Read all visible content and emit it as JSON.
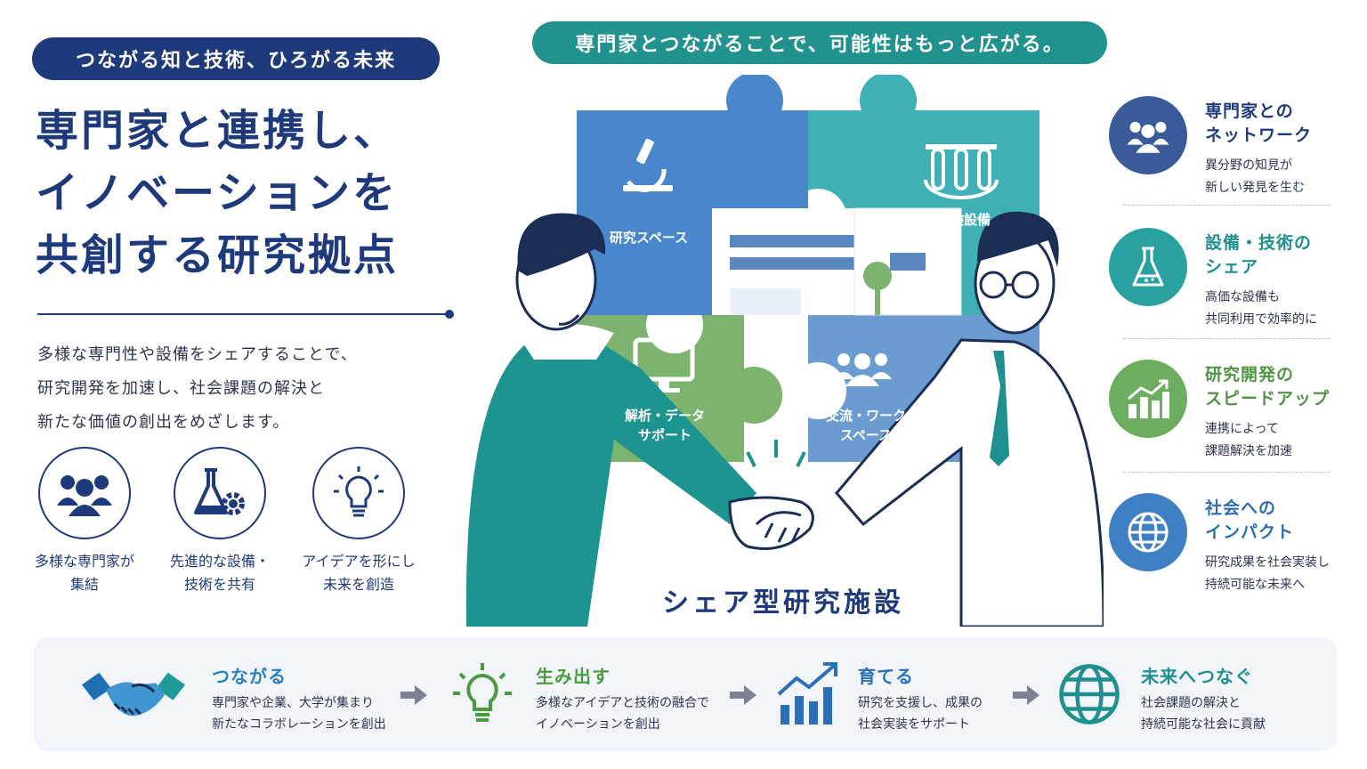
{
  "tagline": "つながる知と技術、ひろがる未来",
  "title_lines": [
    "専門家と連携し、",
    "イノベーションを",
    "共創する研究拠点"
  ],
  "lead_lines": [
    "多様な専門性や設備をシェアすることで、",
    "研究開発を加速し、社会課題の解決と",
    "新たな価値の創出をめざします。"
  ],
  "features": [
    {
      "icon": "people-group-icon",
      "lines": [
        "多様な専門家が",
        "集結"
      ]
    },
    {
      "icon": "flask-gear-icon",
      "lines": [
        "先進的な設備・",
        "技術を共有"
      ]
    },
    {
      "icon": "lightbulb-icon",
      "lines": [
        "アイデアを形にし",
        "未来を創造"
      ]
    }
  ],
  "center_banner": "専門家とつながることで、可能性はもっと広がる。",
  "puzzle_pieces": [
    {
      "icon": "microscope-icon",
      "lines": [
        "研究スペース"
      ],
      "color": "#4a86cc"
    },
    {
      "icon": "test-tubes-icon",
      "lines": [
        "実験設備"
      ],
      "color": "#3fb1b6"
    },
    {
      "icon": "monitor-icon",
      "lines": [
        "解析・データ",
        "サポート"
      ],
      "color": "#7cb36f"
    },
    {
      "icon": "people-group-icon",
      "lines": [
        "交流・ワーク",
        "スペース"
      ],
      "color": "#6b9bd0"
    }
  ],
  "facility_label": "シェア型研究施設",
  "benefits": [
    {
      "icon": "people-group-icon",
      "color": "#3a5a99",
      "title_color": "#1e3a7b",
      "title_lines": [
        "専門家との",
        "ネットワーク"
      ],
      "desc_lines": [
        "異分野の知見が",
        "新しい発見を生む"
      ]
    },
    {
      "icon": "flask-icon",
      "color": "#2aa1a1",
      "title_color": "#1f8f8f",
      "title_lines": [
        "設備・技術の",
        "シェア"
      ],
      "desc_lines": [
        "高価な設備も",
        "共同利用で効率的に"
      ]
    },
    {
      "icon": "growth-chart-icon",
      "color": "#6dad60",
      "title_color": "#4f9543",
      "title_lines": [
        "研究開発の",
        "スピードアップ"
      ],
      "desc_lines": [
        "連携によって",
        "課題解決を加速"
      ]
    },
    {
      "icon": "globe-icon",
      "color": "#3f7fc4",
      "title_color": "#2f6db0",
      "title_lines": [
        "社会への",
        "インパクト"
      ],
      "desc_lines": [
        "研究成果を社会実装し",
        "持続可能な未来へ"
      ]
    }
  ],
  "steps": [
    {
      "icon": "handshake-icon",
      "title": "つながる",
      "color": "#2a7fbf",
      "desc_lines": [
        "専門家や企業、大学が集まり",
        "新たなコラボレーションを創出"
      ]
    },
    {
      "icon": "lightbulb-icon",
      "title": "生み出す",
      "color": "#4a9a3f",
      "desc_lines": [
        "多様なアイデアと技術の融合で",
        "イノベーションを創出"
      ]
    },
    {
      "icon": "bar-chart-arrow-icon",
      "title": "育てる",
      "color": "#2a6fb8",
      "desc_lines": [
        "研究を支援し、成果の",
        "社会実装をサポート"
      ]
    },
    {
      "icon": "globe-icon",
      "title": "未来へつなぐ",
      "color": "#1f8f8f",
      "desc_lines": [
        "社会課題の解決と",
        "持続可能な社会に貢献"
      ]
    }
  ]
}
